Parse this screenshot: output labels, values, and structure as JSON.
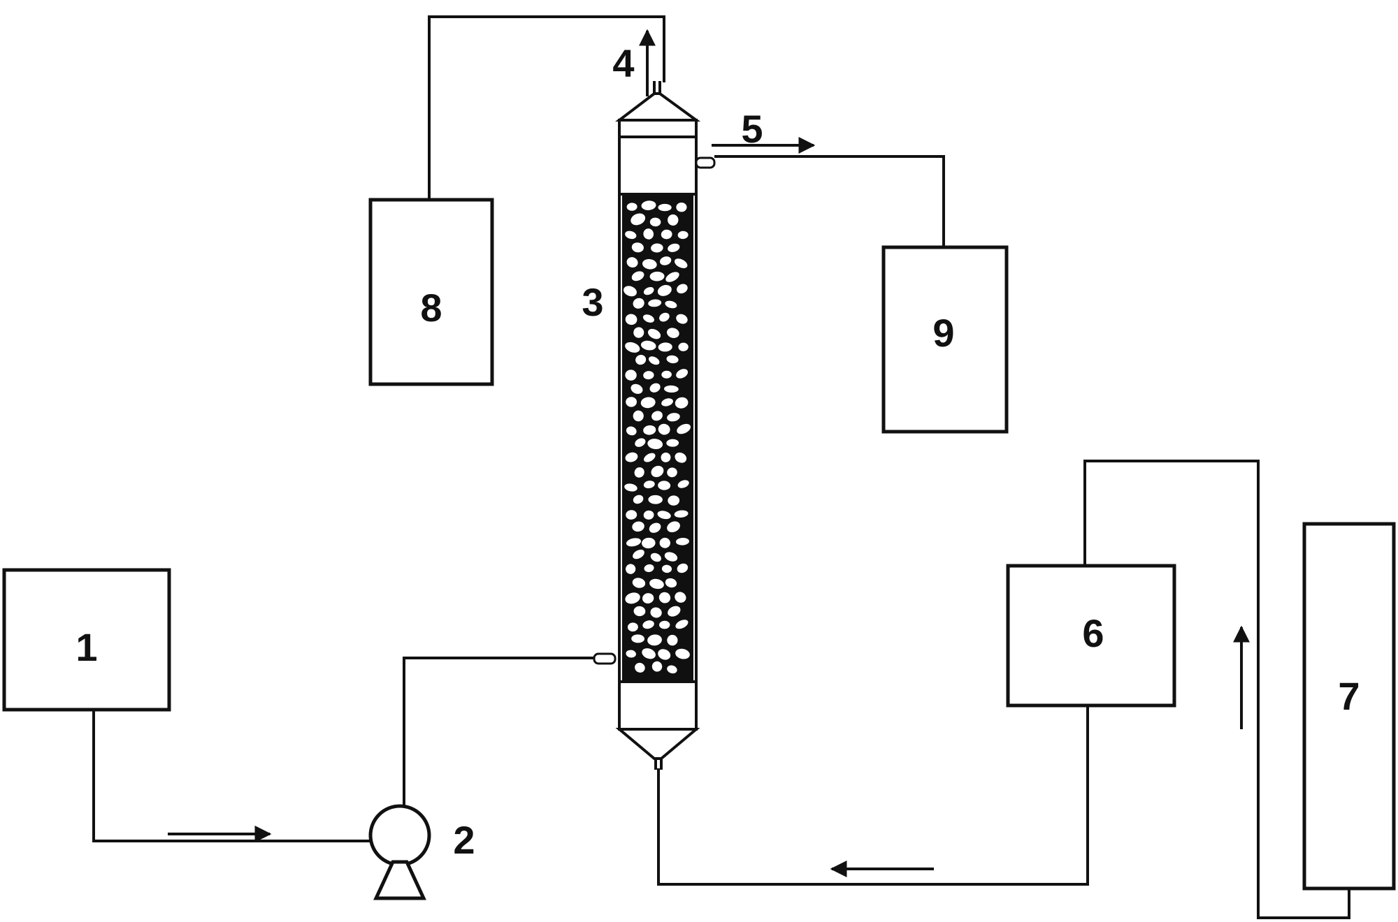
{
  "colors": {
    "stroke": "#111111",
    "background": "#ffffff",
    "packing": "#101010"
  },
  "labels": {
    "tank_1": "1",
    "pump_2": "2",
    "column_3": "3",
    "top_outlet_4": "4",
    "side_outlet_5": "5",
    "unit_6": "6",
    "unit_7": "7",
    "tank_8": "8",
    "tank_9": "9"
  }
}
